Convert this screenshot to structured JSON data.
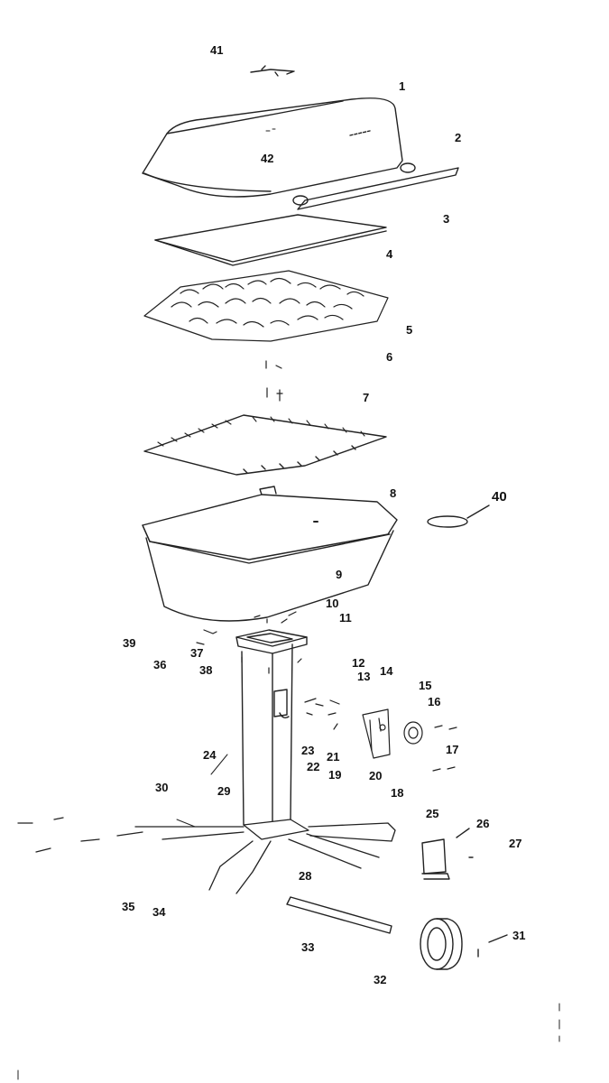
{
  "parts": [
    {
      "id": "p1",
      "label": "1"
    },
    {
      "id": "p2",
      "label": "2"
    },
    {
      "id": "p3",
      "label": "3"
    },
    {
      "id": "p4",
      "label": "4"
    },
    {
      "id": "p5",
      "label": "5"
    },
    {
      "id": "p6",
      "label": "6"
    },
    {
      "id": "p7",
      "label": "7"
    },
    {
      "id": "p8",
      "label": "8"
    },
    {
      "id": "p9",
      "label": "9"
    },
    {
      "id": "p10",
      "label": "10"
    },
    {
      "id": "p11",
      "label": "11"
    },
    {
      "id": "p12",
      "label": "12"
    },
    {
      "id": "p13",
      "label": "13"
    },
    {
      "id": "p14",
      "label": "14"
    },
    {
      "id": "p15",
      "label": "15"
    },
    {
      "id": "p16",
      "label": "16"
    },
    {
      "id": "p17",
      "label": "17"
    },
    {
      "id": "p18",
      "label": "18"
    },
    {
      "id": "p19",
      "label": "19"
    },
    {
      "id": "p20",
      "label": "20"
    },
    {
      "id": "p21",
      "label": "21"
    },
    {
      "id": "p22",
      "label": "22"
    },
    {
      "id": "p23",
      "label": "23"
    },
    {
      "id": "p24",
      "label": "24"
    },
    {
      "id": "p25",
      "label": "25"
    },
    {
      "id": "p26",
      "label": "26"
    },
    {
      "id": "p27",
      "label": "27"
    },
    {
      "id": "p28",
      "label": "28"
    },
    {
      "id": "p29",
      "label": "29"
    },
    {
      "id": "p30",
      "label": "30"
    },
    {
      "id": "p31",
      "label": "31"
    },
    {
      "id": "p32",
      "label": "32"
    },
    {
      "id": "p33",
      "label": "33"
    },
    {
      "id": "p34",
      "label": "34"
    },
    {
      "id": "p35",
      "label": "35"
    },
    {
      "id": "p36",
      "label": "36"
    },
    {
      "id": "p37",
      "label": "37"
    },
    {
      "id": "p38",
      "label": "38"
    },
    {
      "id": "p39",
      "label": "39"
    },
    {
      "id": "p40",
      "label": "40"
    },
    {
      "id": "p41",
      "label": "41"
    },
    {
      "id": "p42",
      "label": "42"
    }
  ]
}
